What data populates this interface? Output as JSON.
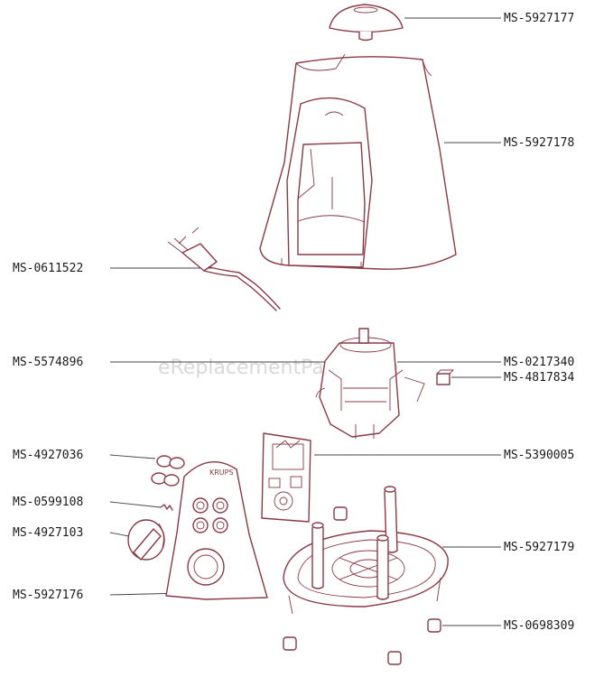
{
  "watermark": "eReplacementParts.com",
  "brand_logo": "KRUPS",
  "colors": {
    "line_art": "#8a3a45",
    "leader": "#444444",
    "text": "#1a1a1a"
  },
  "callouts": {
    "p5927177": "MS-5927177",
    "p5927178": "MS-5927178",
    "p0611522": "MS-0611522",
    "p5574896": "MS-5574896",
    "p0217340": "MS-0217340",
    "p4817834": "MS-4817834",
    "p4927036": "MS-4927036",
    "p5390005": "MS-5390005",
    "p0599108": "MS-0599108",
    "p4927103": "MS-4927103",
    "p5927179": "MS-5927179",
    "p5927176": "MS-5927176",
    "p0698309": "MS-0698309"
  }
}
